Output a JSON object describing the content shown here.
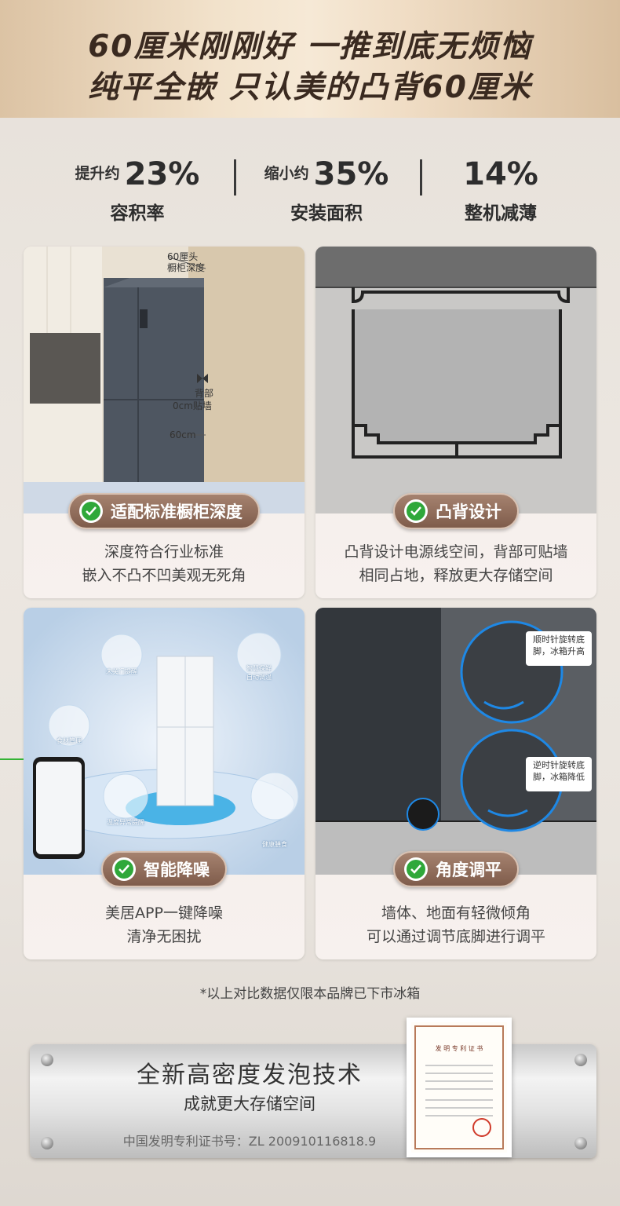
{
  "hero": {
    "line1": "60厘米刚刚好 一推到底无烦恼",
    "line2": "纯平全嵌  只认美的凸背60厘米"
  },
  "stats": [
    {
      "pre": "提升约",
      "num": "23%",
      "label": "容积率"
    },
    {
      "pre": "缩小约",
      "num": "35%",
      "label": "安装面积"
    },
    {
      "pre": "",
      "num": "14%",
      "label": "整机减薄"
    }
  ],
  "cards": [
    {
      "pill": "适配标准橱柜深度",
      "caption1": "深度符合行业标准",
      "caption2": "嵌入不凸不凹美观无死角",
      "annot": {
        "depth": "60厘头\n橱柜深度",
        "back": "背部",
        "gap": "0cm贴墙",
        "width": "60cm"
      }
    },
    {
      "pill": "凸背设计",
      "caption1": "凸背设计电源线空间，背部可贴墙",
      "caption2": "相同占地，释放更大存储空间"
    },
    {
      "pill": "智能降噪",
      "caption1": "美居APP一键降噪",
      "caption2": "清净无困扰",
      "bubbles": [
        "未关门提醒",
        "智慧保鲜\n自动调温",
        "食材管理",
        "温度异常提醒",
        "健康膳食"
      ]
    },
    {
      "pill": "角度调平",
      "caption1": "墙体、地面有轻微倾角",
      "caption2": "可以通过调节底脚进行调平",
      "bubble1": "顺时针旋转底\n脚，冰箱升高",
      "bubble2": "逆时针旋转底\n脚，冰箱降低"
    }
  ],
  "note": "*以上对比数据仅限本品牌已下市冰箱",
  "banner": {
    "title": "全新高密度发泡技术",
    "subtitle": "成就更大存储空间",
    "patent": "中国发明专利证书号：ZL 200910116818.9"
  },
  "cert": {
    "title": "发 明 专 利 证 书"
  },
  "colors": {
    "accent": "#7f5c4b",
    "check": "#2fa83a"
  }
}
